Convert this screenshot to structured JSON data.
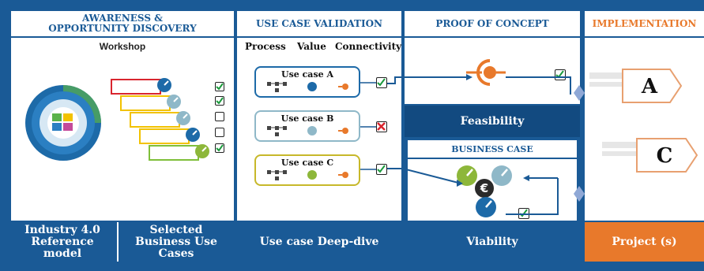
{
  "columns": {
    "awareness": {
      "title": "AWARENESS & OPPORTUNITY DISCOVERY",
      "subtitle": "Workshop",
      "footer_left": "Industry 4.0 Reference model",
      "footer_right": "Selected Business Use Cases"
    },
    "validation": {
      "title": "USE CASE VALIDATION",
      "criteria": [
        "Process",
        "Value",
        "Connectivity"
      ],
      "use_cases": [
        {
          "label": "Use case A",
          "result": "pass"
        },
        {
          "label": "Use case B",
          "result": "fail"
        },
        {
          "label": "Use case C",
          "result": "pass"
        }
      ],
      "footer": "Use case Deep-dive"
    },
    "poc": {
      "title": "PROOF OF CONCEPT",
      "feasibility": "Feasibility",
      "business_case": "BUSINESS CASE",
      "footer": "Viability"
    },
    "implementation": {
      "title": "IMPLEMENTATION",
      "projects": [
        "A",
        "C"
      ],
      "footer": "Project (s)"
    }
  },
  "colors": {
    "brand_blue": "#1a5a96",
    "dark_blue": "#124a80",
    "orange": "#e8792b",
    "green": "#1b9a3c",
    "red": "#d9252e"
  },
  "icons": [
    "check-icon",
    "cross-icon",
    "gauge-icon",
    "euro-icon",
    "orange-connector-icon",
    "process-flow-icon"
  ]
}
